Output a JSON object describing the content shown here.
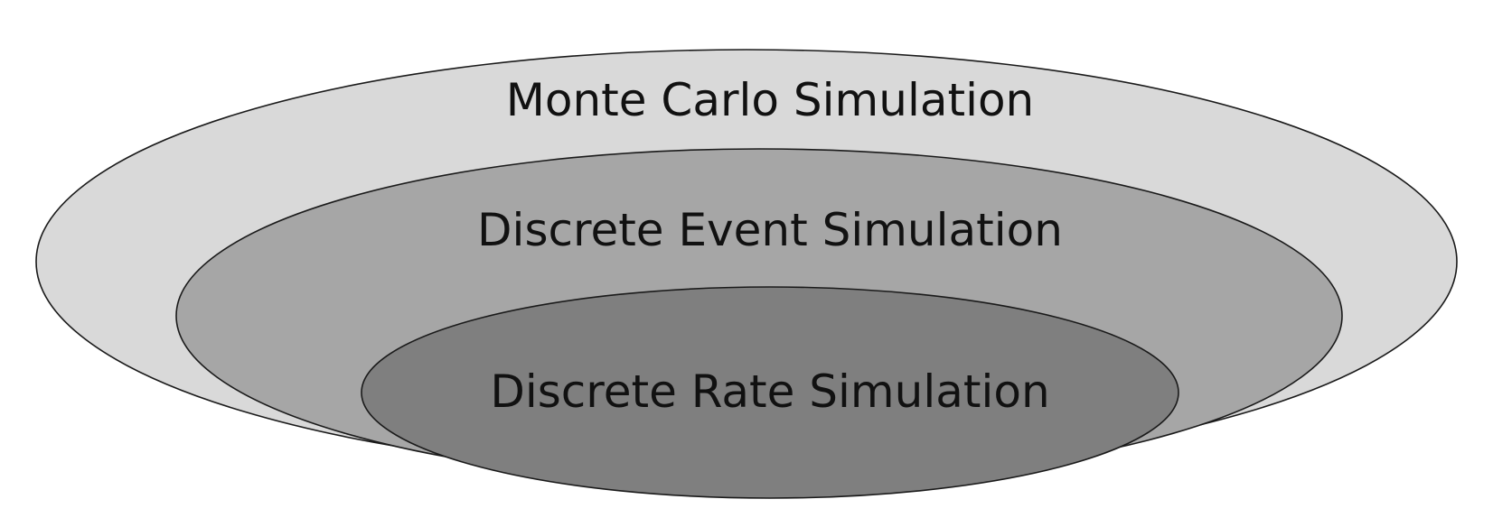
{
  "diagram": {
    "type": "nested-ellipses",
    "layers": [
      {
        "label": "Monte Carlo Simulation",
        "fill": "#d9d9d9"
      },
      {
        "label": "Discrete Event Simulation",
        "fill": "#a6a6a6"
      },
      {
        "label": "Discrete Rate Simulation",
        "fill": "#7f7f7f"
      }
    ]
  }
}
